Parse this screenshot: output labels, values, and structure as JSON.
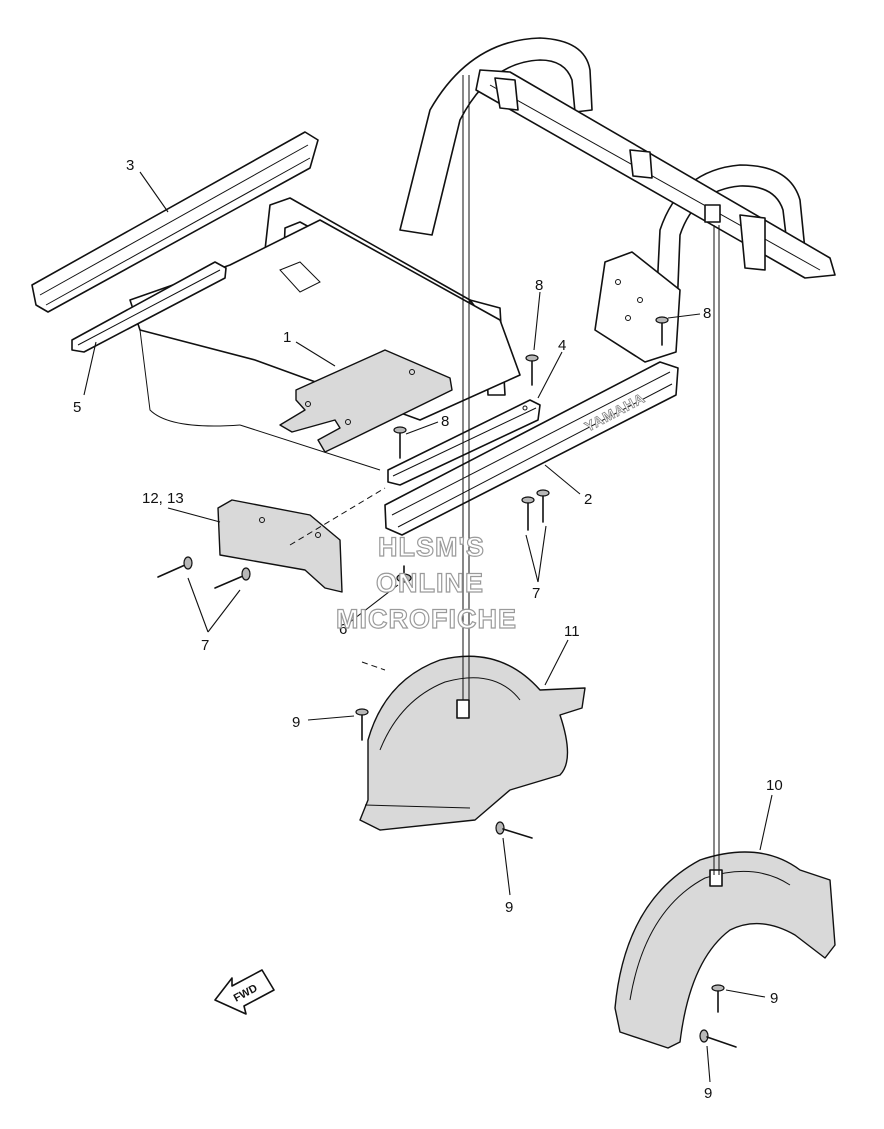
{
  "callouts": {
    "c1": "1",
    "c2": "2",
    "c3": "3",
    "c4": "4",
    "c5": "5",
    "c6": "6",
    "c7a": "7",
    "c7b": "7",
    "c8a": "8",
    "c8b": "8",
    "c8c": "8",
    "c9a": "9",
    "c9b": "9",
    "c9c": "9",
    "c9d": "9",
    "c10": "10",
    "c11": "11",
    "c1213": "12, 13"
  },
  "part_marking": "YAMAHA",
  "direction_arrow": "FWD",
  "watermark": {
    "line1": "HLSM'S",
    "line2": "ONLINE",
    "line3": "MICROFICHE"
  }
}
